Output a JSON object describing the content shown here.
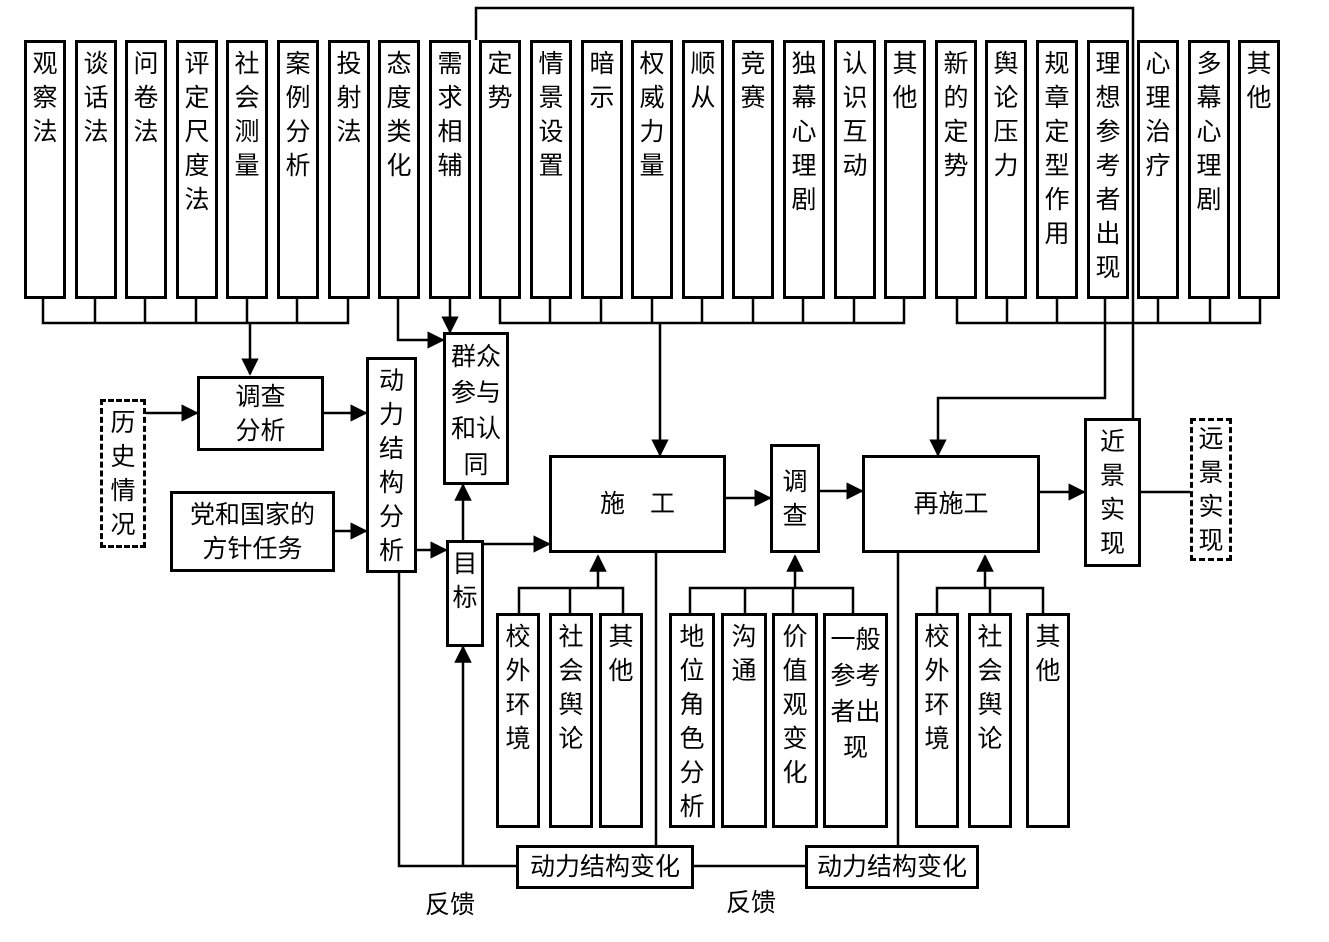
{
  "diagram": {
    "top_methods": [
      {
        "id": "m1",
        "label": "观察法"
      },
      {
        "id": "m2",
        "label": "谈话法"
      },
      {
        "id": "m3",
        "label": "问卷法"
      },
      {
        "id": "m4",
        "label": "评定尺度法"
      },
      {
        "id": "m5",
        "label": "社会测量"
      },
      {
        "id": "m6",
        "label": "案例分析"
      },
      {
        "id": "m7",
        "label": "投射法"
      }
    ],
    "top_middle": [
      {
        "id": "n1",
        "label": "态度类化"
      },
      {
        "id": "n2",
        "label": "需求相辅"
      }
    ],
    "top_techniques": [
      {
        "id": "t1",
        "label": "定势"
      },
      {
        "id": "t2",
        "label": "情景设置"
      },
      {
        "id": "t3",
        "label": "暗示"
      },
      {
        "id": "t4",
        "label": "权威力量"
      },
      {
        "id": "t5",
        "label": "顺从"
      },
      {
        "id": "t6",
        "label": "竞赛"
      },
      {
        "id": "t7",
        "label": "独幕心理剧"
      },
      {
        "id": "t8",
        "label": "认识互动"
      },
      {
        "id": "t9",
        "label": "其他"
      }
    ],
    "top_right": [
      {
        "id": "r1",
        "label": "新的定势"
      },
      {
        "id": "r2",
        "label": "舆论压力"
      },
      {
        "id": "r3",
        "label": "规章定型作用"
      },
      {
        "id": "r4",
        "label": "理想参考者出现"
      },
      {
        "id": "r5",
        "label": "心理治疗"
      },
      {
        "id": "r6",
        "label": "多幕心理剧"
      },
      {
        "id": "r7",
        "label": "其他"
      }
    ],
    "nodes": {
      "history": "历史情况",
      "survey": "调查分析",
      "policy": "党和国家的方针任务",
      "dynamics": "动力结构分析",
      "participation": "群众参与和认同",
      "goal": "目标",
      "construction": "施　工",
      "investigate": "调查",
      "reconstruction": "再施工",
      "near_goal": "近景实现",
      "far_goal": "远景实现",
      "change1": "动力结构变化",
      "change2": "动力结构变化"
    },
    "construction_factors": [
      {
        "id": "f1",
        "label": "校外环境"
      },
      {
        "id": "f2",
        "label": "社会舆论"
      },
      {
        "id": "f3",
        "label": "其他"
      }
    ],
    "investigate_factors": [
      {
        "id": "g1",
        "label": "地位角色分析"
      },
      {
        "id": "g2",
        "label": "沟通"
      },
      {
        "id": "g3",
        "label": "价值观变化"
      },
      {
        "id": "g4",
        "label": "一般参考者出现"
      }
    ],
    "reconstruction_factors": [
      {
        "id": "h1",
        "label": "校外环境"
      },
      {
        "id": "h2",
        "label": "社会舆论"
      },
      {
        "id": "h3",
        "label": "其他"
      }
    ],
    "feedback_labels": [
      "反馈",
      "反馈"
    ]
  }
}
